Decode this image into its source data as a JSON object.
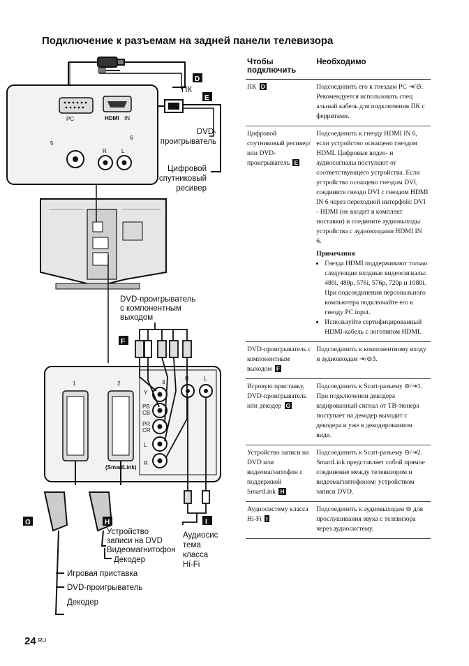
{
  "title": "Подключение к разъемам на задней панели телевизора",
  "page": {
    "number": "24",
    "lang": "RU"
  },
  "diagram": {
    "labels": {
      "pc": "ПК",
      "dvd_line1": "DVD-",
      "dvd_line2": "проигрыватель",
      "digital_line1": "Цифровой",
      "digital_line2": "спутниковый",
      "digital_line3": "ресивер",
      "comp_line1": "DVD-проигрыватель",
      "comp_line2": "с компонентным",
      "comp_line3": "выходом",
      "rec_line1": "Устройство",
      "rec_line2": "записи на DVD",
      "rec_line3": "Видеомагнитофон",
      "decoder_h": "Декодер",
      "audio_line1": "Аудиосис",
      "audio_line2": "тема",
      "audio_line3": "класса",
      "audio_line4": "Hi-Fi",
      "game": "Игровая приставка",
      "dvd_player": "DVD-проигрыватель",
      "decoder_g": "Декодер",
      "pc_port": "PC",
      "hdmi": "HDMI",
      "hdmi_in": "IN",
      "num5": "5",
      "num6": "6",
      "num1": "1",
      "num2": "2",
      "num3": "3",
      "R": "R",
      "L": "L",
      "Y": "Y",
      "PB": "PB",
      "CB": "CB",
      "PR": "PR",
      "CR": "CR",
      "smartlink": "(SmartLink)"
    },
    "markers": {
      "D": "D",
      "E": "E",
      "F": "F",
      "G": "G",
      "H": "H",
      "I": "I"
    }
  },
  "table": {
    "headers": {
      "col1": "Чтобы подключить",
      "col2": "Необходимо"
    },
    "rows": {
      "pc": {
        "device": "ПК",
        "marker": "D",
        "text": "Подсоединить его к гнездам PC ⇥/⊖. Рекомендуется использовать спец альный кабель для подключения ПК с ферритами."
      },
      "hdmi": {
        "device": "Цифровой спутниковый ресивер/ или DVD-проигрыватель",
        "marker": "E",
        "text": "Подсоединить к гнезду HDMI IN 6, если устройство оснащено гнездом HDMI. Цифровые видео- и аудиосигналы поступают от соответствующего устройства. Если устройство оснащено гнездом DVI, соедините гнездо DVI с гнездом  HDMI IN 6 через переходной интерфейс DVI - HDMI (не входит в комплект поставки) и соедините аудиовыходы устройства с аудиовходами HDMI IN 6.",
        "notes_title": "Примечания",
        "note1": "Гнезда HDMI поддерживают только следующие входные видеосигналы: 480i, 480p, 576i, 576p, 720p и 1080i. При подсоединении персонального компьютера подключайте его к гнезду PC input.",
        "note2": "Используйте сертифицированный HDMI-кабель с логотипом HDMI."
      },
      "component": {
        "device": "DVD-проигрыватель с компонентным выходом",
        "marker": "F",
        "text": "Подсоединить к компонентному входу и аудиовходам ⇥/⊖3."
      },
      "scart1": {
        "device": "Игровую приставку, DVD-проигрыватель или декодер",
        "marker": "G",
        "text": "Подсоединить к Scart-разъему ⊖/⇥1. При подключении декодера кодированный сигнал от ТВ-тюнера поступает на декодер выходит с декодера и уже в декодированном виде."
      },
      "scart2": {
        "device": "Устройство записи на DVD или видеомагнитофон с поддержкой SmartLink",
        "marker": "H",
        "text": "Подсоединить к Scart-разъему ⊖/⇥2. SmartLink представляет собой прямое соединение между телевизором и видеомагнитофоном/ устройством записи DVD."
      },
      "audio": {
        "device": "Аудиосистему класса Hi-Fi",
        "marker": "I",
        "text": "Подсоединить к аудиовыходам ⊖ для прослушивания звука с телевизора через аудиосистему."
      }
    }
  },
  "colors": {
    "text": "#111111",
    "panel": "#e6e6e6",
    "panel_dark": "#bdbdbd",
    "marker_bg": "#111111"
  }
}
